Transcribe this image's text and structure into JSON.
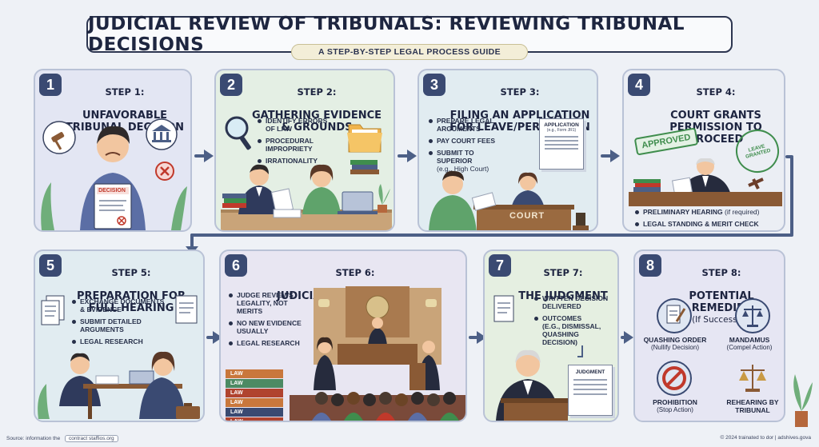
{
  "header": {
    "title": "JUDICIAL REVIEW OF TRIBUNALS: REVIEWING TRIBUNAL DECISIONS",
    "subtitle": "A STEP-BY-STEP LEGAL PROCESS GUIDE"
  },
  "steps": [
    {
      "number": "1",
      "label": "STEP 1:",
      "title": "UNFAVORABLE\nTRIBUNAL DECISION",
      "doc_text": "DECISION"
    },
    {
      "number": "2",
      "label": "STEP 2:",
      "title": "GATHERING EVIDENCE\n& GROUNDS",
      "bullets": [
        "IDENTIFY ERRORS OF LAW",
        "PROCEDURAL IMPROPRIETY",
        "IRRATIONALITY"
      ]
    },
    {
      "number": "3",
      "label": "STEP 3:",
      "title": "FILING AN APPLICATION\nFOR LEAVE/PERMISSION",
      "bullets": [
        "PREPARE LEGAL ARGUMENTS",
        "PAY COURT FEES",
        "SUBMIT TO SUPERIOR"
      ],
      "bullet_note": "(e.g., High Court)",
      "doc_text": "APPLICATION",
      "doc_sub": "(e.g., Form JR1)",
      "desk_text": "COURT"
    },
    {
      "number": "4",
      "label": "STEP 4:",
      "title": "COURT GRANTS\nPERMISSION TO PROCEED",
      "stamp_text": "APPROVED",
      "stamp2_text": "LEAVE GRANTED",
      "bullets": [
        "PRELIMINARY HEARING",
        "LEGAL STANDING & MERIT CHECK"
      ],
      "bullet_note": "(if required)"
    },
    {
      "number": "5",
      "label": "STEP 5:",
      "title": "PREPARATION FOR\nFULL HEARING",
      "bullets": [
        "EXCHANGE DOCUMENTS & EVIDENCE",
        "SUBMIT DETAILED ARGUMENTS",
        "LEGAL RESEARCH"
      ]
    },
    {
      "number": "6",
      "label": "STEP 6:",
      "title": "JUDICIAL REVIEW HEARING",
      "bullets": [
        "JUDGE REVIEWS LEGALITY, NOT MERITS",
        "NO NEW EVIDENCE USUALLY",
        "LEGAL RESEARCH"
      ],
      "book_text": "LAW"
    },
    {
      "number": "7",
      "label": "STEP 7:",
      "title": "THE JUDGMENT",
      "bullets": [
        "WRITTEN DECISION DELIVERED",
        "OUTCOMES"
      ],
      "bullet_note": "(e.g., DISMISSAL, QUASHING DECISION)",
      "doc_text": "JUDGMENT"
    },
    {
      "number": "8",
      "label": "STEP 8:",
      "title": "POTENTIAL REMEDIES",
      "subtitle": "(If Successful)",
      "remedies": [
        {
          "name": "QUASHING ORDER",
          "note": "(Nullify Decision)"
        },
        {
          "name": "MANDAMUS",
          "note": "(Compel Action)"
        },
        {
          "name": "PROHIBITION",
          "note": "(Stop Action)"
        },
        {
          "name": "REHEARING BY TRIBUNAL",
          "note": ""
        }
      ]
    }
  ],
  "footer": {
    "source": "Source: information the",
    "source_link": "contract staffios.org",
    "right": "© 2024 trainated to dor | adshives.gova"
  },
  "colors": {
    "card1": "#e3e6f3",
    "card2": "#e4efe4",
    "card3": "#e1ecf1",
    "card4": "#ebeef4",
    "card5": "#e1ecf1",
    "card6": "#e8e6f2",
    "card7": "#e5efe1",
    "card8": "#e6e6f3",
    "arrow": "#4c5f86",
    "accent_red": "#c0392b",
    "accent_green": "#3f8d4d"
  }
}
